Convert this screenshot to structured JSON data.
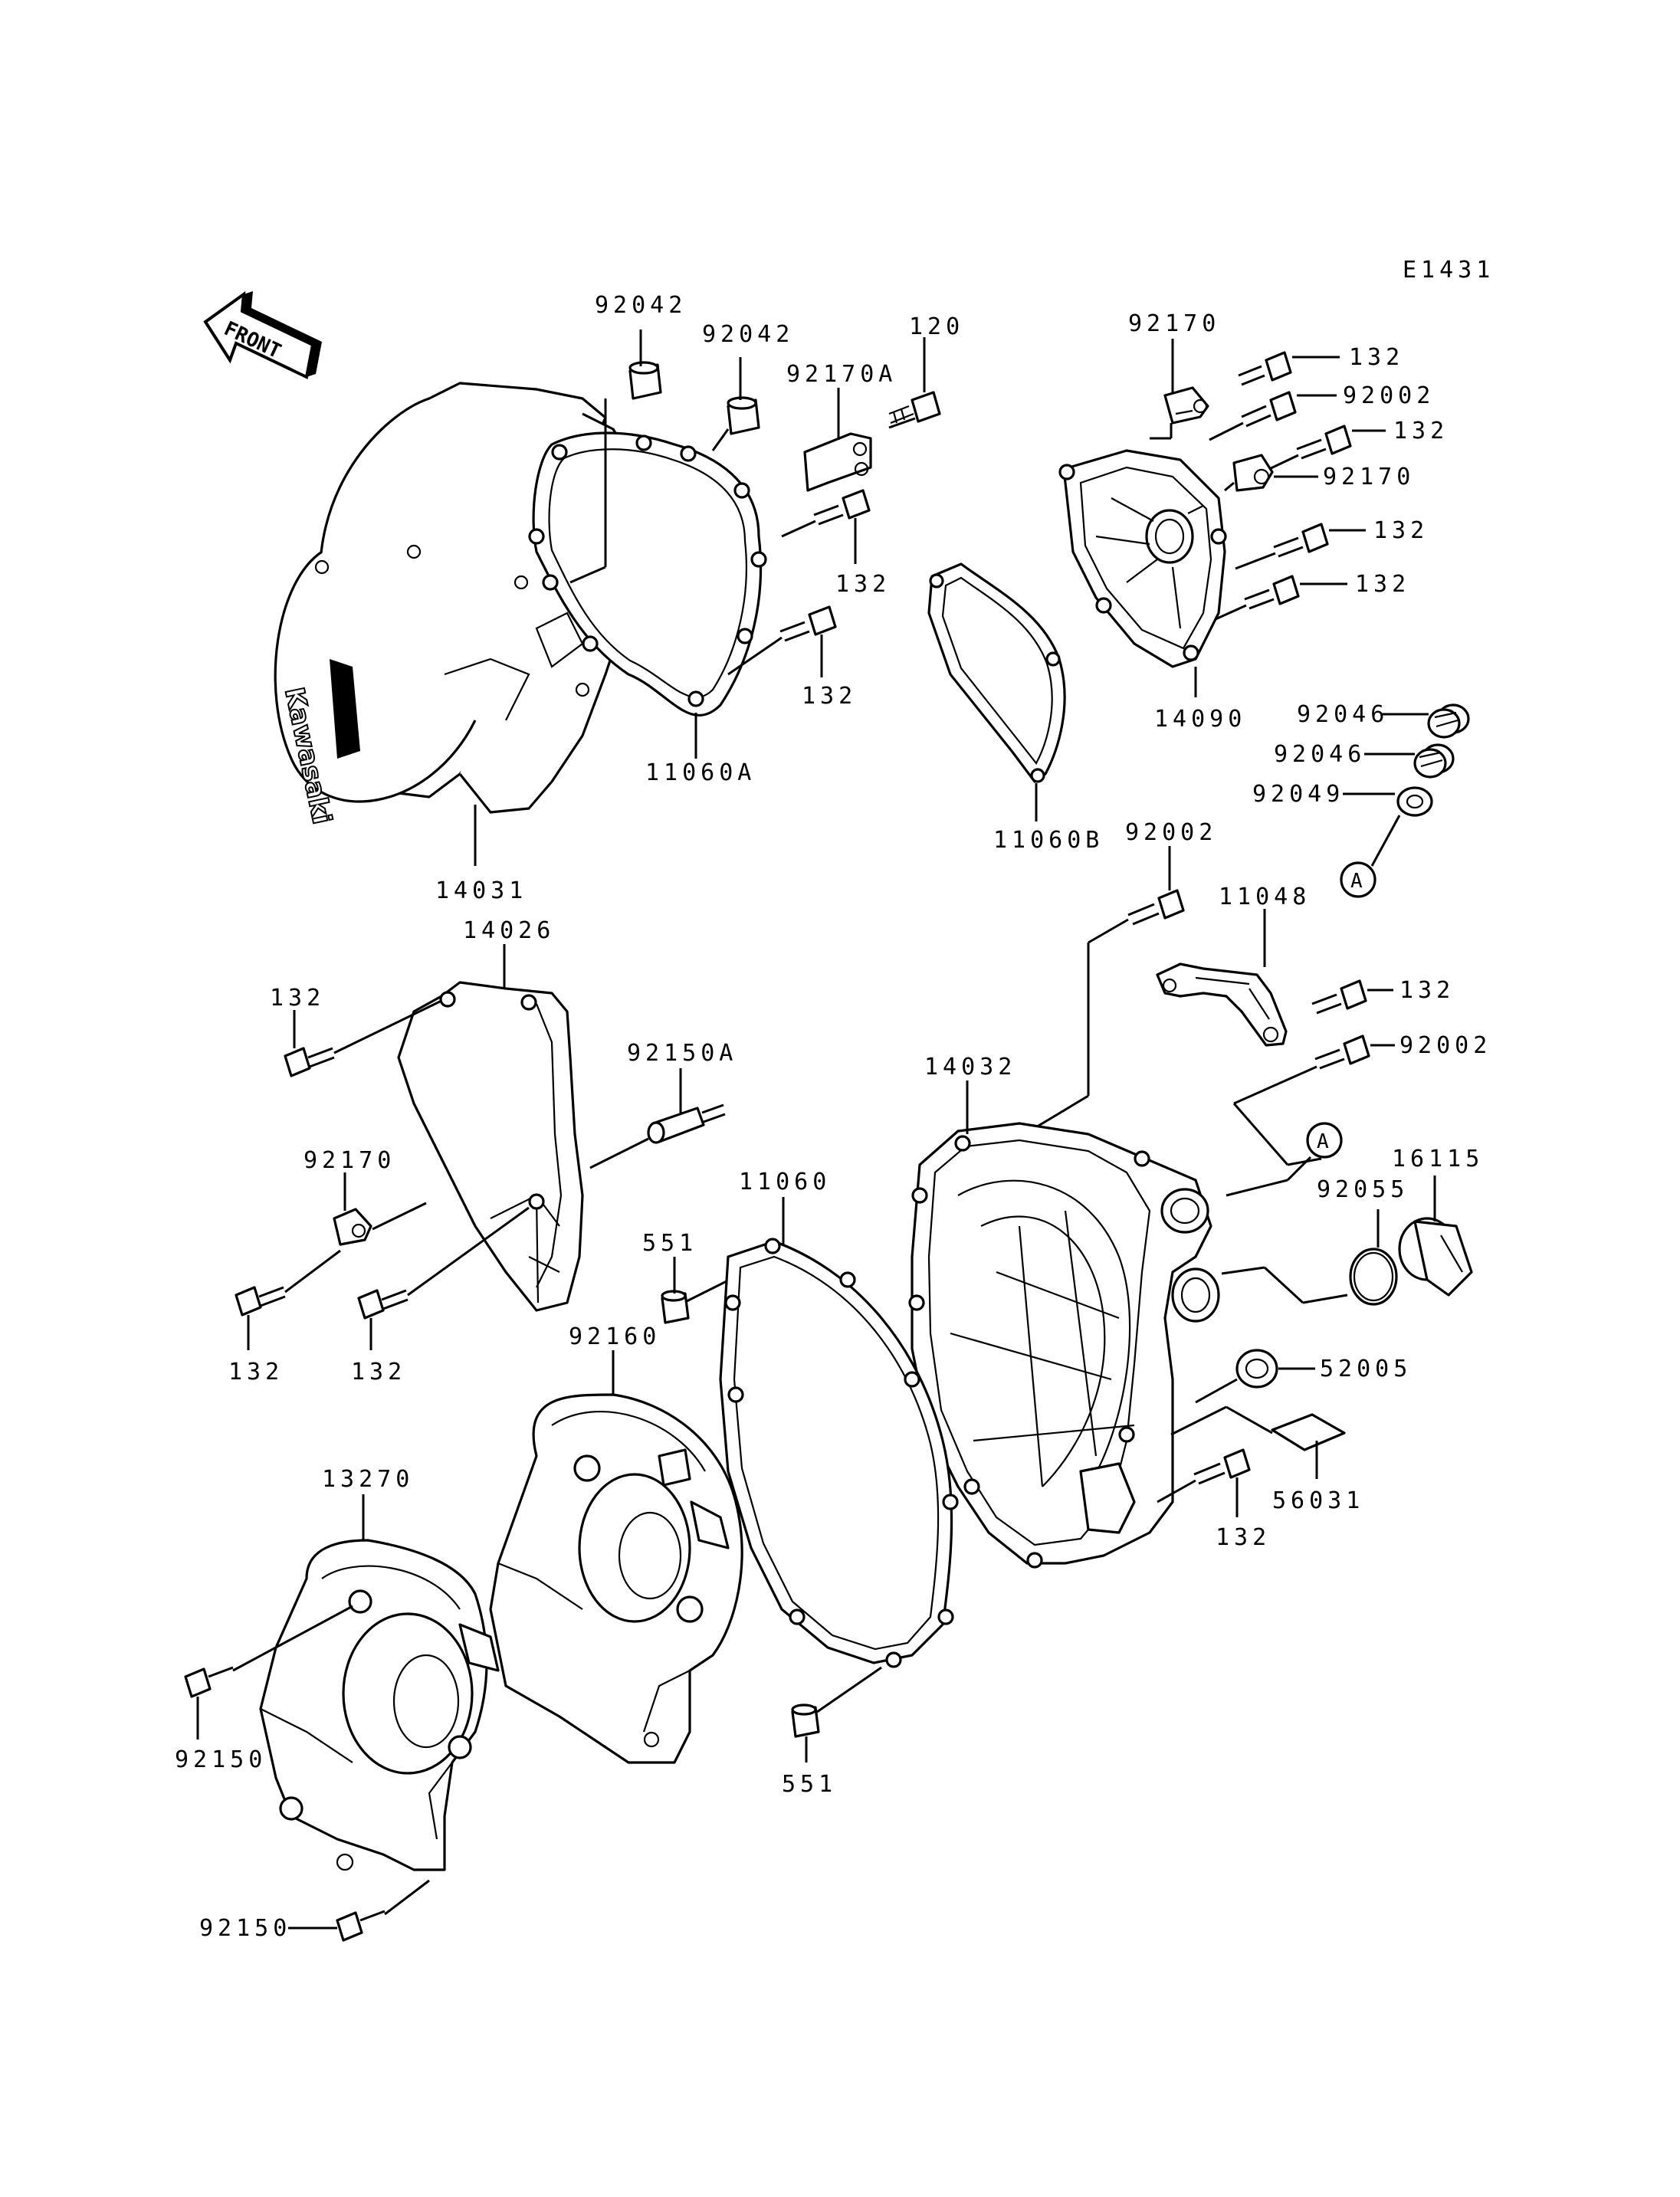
{
  "diagram_code": "E1431",
  "front_label": "FRONT",
  "logo_text": "Kawasaki",
  "callouts": {
    "c_92042_a": "92042",
    "c_92042_b": "92042",
    "c_92170a": "92170A",
    "c_120": "120",
    "c_92170_top": "92170",
    "c_132_t1": "132",
    "c_92002_top": "92002",
    "c_132_t2": "132",
    "c_92170_r": "92170",
    "c_132_t3": "132",
    "c_132_t4": "132",
    "c_14090": "14090",
    "c_132_g1": "132",
    "c_132_g2": "132",
    "c_11060a": "11060A",
    "c_14031": "14031",
    "c_11060b": "11060B",
    "c_92046_a": "92046",
    "c_92046_b": "92046",
    "c_92049": "92049",
    "c_marker_a1": "A",
    "c_92002_mid": "92002",
    "c_11048": "11048",
    "c_132_m1": "132",
    "c_92002_m2": "92002",
    "c_14026": "14026",
    "c_132_l1": "132",
    "c_92150a": "92150A",
    "c_92170_l": "92170",
    "c_132_l2": "132",
    "c_132_l3": "132",
    "c_14032": "14032",
    "c_marker_a2": "A",
    "c_16115": "16115",
    "c_92055": "92055",
    "c_11060": "11060",
    "c_551_a": "551",
    "c_92160": "92160",
    "c_52005": "52005",
    "c_56031": "56031",
    "c_132_b1": "132",
    "c_13270": "13270",
    "c_92150_a": "92150",
    "c_551_b": "551",
    "c_92150_b": "92150"
  }
}
